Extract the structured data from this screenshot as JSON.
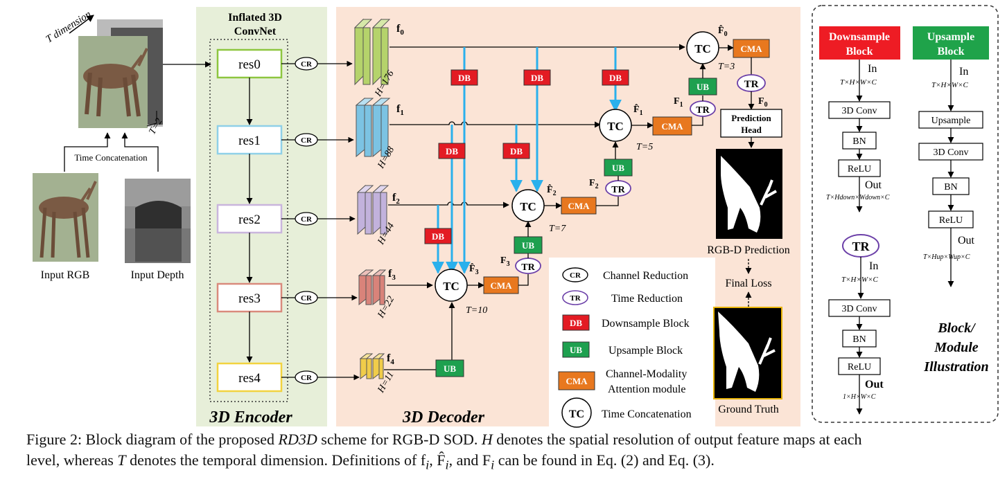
{
  "colors": {
    "encoder_bg": "#e7efd9",
    "decoder_bg": "#fbe4d6",
    "db_red": "#e31b23",
    "ub_green": "#1ea04f",
    "cma_orange": "#e8781f",
    "tr_purple": "#6b3fa8",
    "skip_blue": "#2ab0ec",
    "res0": "#8dc63f",
    "res1": "#8fd0e8",
    "res2": "#c9b5dd",
    "res3": "#d98a7c",
    "res4": "#f2d33f",
    "f0": "#b5d36b",
    "f1": "#7cc3e3",
    "f2": "#c2b2dc",
    "f3": "#d9837a",
    "f4": "#f0cc4a",
    "downsample_header": "#ee1c24",
    "upsample_header": "#1fa34a"
  },
  "input": {
    "t_dimension": "T dimension",
    "t_eq": "T=2",
    "time_concat": "Time Concatenation",
    "rgb_label": "Input RGB",
    "depth_label": "Input Depth"
  },
  "encoder": {
    "title_line1": "Inflated 3D",
    "title_line2": "ConvNet",
    "label": "3D Encoder",
    "blocks": [
      "res0",
      "res1",
      "res2",
      "res3",
      "res4"
    ],
    "cr": "CR"
  },
  "decoder": {
    "label": "3D Decoder",
    "features": [
      {
        "name": "f0",
        "sub": "0",
        "h": "H=176"
      },
      {
        "name": "f1",
        "sub": "1",
        "h": "H=88"
      },
      {
        "name": "f2",
        "sub": "2",
        "h": "H=44"
      },
      {
        "name": "f3",
        "sub": "3",
        "h": "H=22"
      },
      {
        "name": "f4",
        "sub": "4",
        "h": "H=11"
      }
    ],
    "db": "DB",
    "ub": "UB",
    "tc": "TC",
    "cma": "CMA",
    "tr": "TR",
    "t_values": [
      "T=3",
      "T=5",
      "T=7",
      "T=10"
    ],
    "prediction_head_l1": "Prediction",
    "prediction_head_l2": "Head",
    "rgbd_prediction": "RGB-D Prediction",
    "final_loss": "Final Loss",
    "ground_truth": "Ground Truth"
  },
  "legend": [
    {
      "tag": "CR",
      "text": "Channel Reduction"
    },
    {
      "tag": "TR",
      "text": "Time Reduction"
    },
    {
      "tag": "DB",
      "text": "Downsample Block"
    },
    {
      "tag": "UB",
      "text": "Upsample Block"
    },
    {
      "tag": "CMA",
      "text": "Channel-Modality",
      "text2": "Attention module"
    },
    {
      "tag": "TC",
      "text": "Time Concatenation"
    }
  ],
  "illustration": {
    "downsample_l1": "Downsample",
    "downsample_l2": "Block",
    "upsample_l1": "Upsample",
    "upsample_l2": "Block",
    "in": "In",
    "out": "Out",
    "dims_in": "T×H×W×C",
    "dims_out_down": "T×Hdown×Wdown×C",
    "dims_out_up": "T×Hup×Wup×C",
    "dims_out_tr": "1×H×W×C",
    "conv": "3D Conv",
    "bn": "BN",
    "relu": "ReLU",
    "upsample": "Upsample",
    "title_l1": "Block/",
    "title_l2": "Module",
    "title_l3": "Illustration"
  },
  "caption": {
    "prefix": "Figure 2: Block diagram of the proposed ",
    "scheme": "RD3D",
    "rest1": " scheme for RGB-D SOD. ",
    "h": "H",
    "rest2": " denotes the spatial resolution of output feature maps at each",
    "line2a": "level, whereas ",
    "t": "T",
    "line2b": " denotes the temporal dimension. Definitions of f",
    "line2c": ", F̂",
    "line2d": ", and F",
    "line2e": " can be found in Eq. (2) and Eq. (3).",
    "i": "i"
  }
}
